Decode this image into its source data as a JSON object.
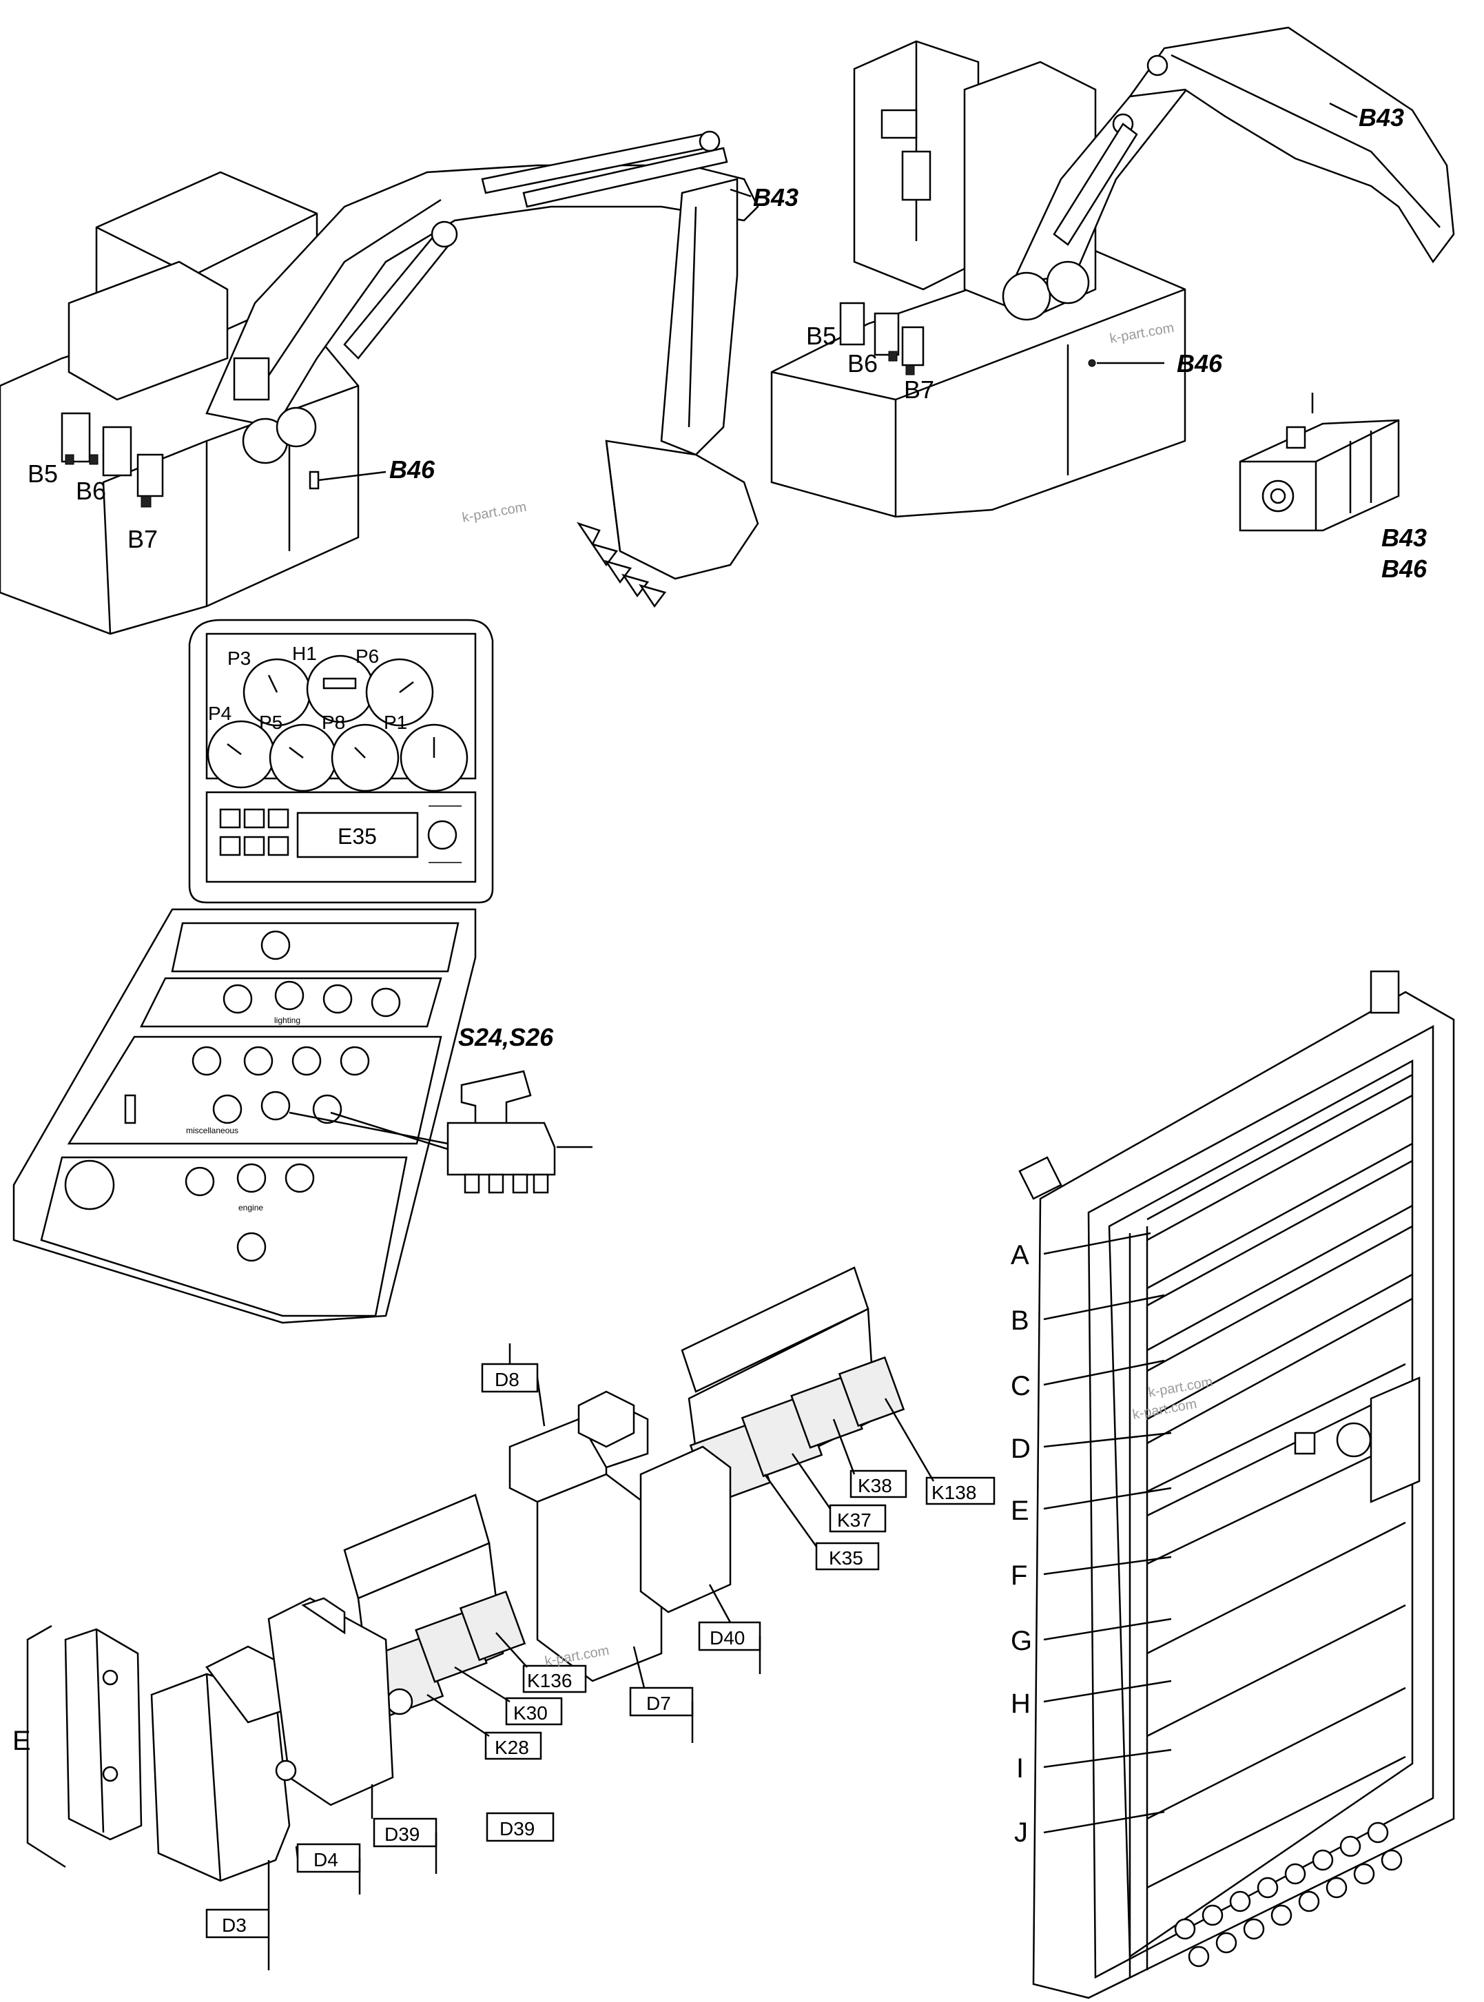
{
  "labels": {
    "excavator_left": {
      "b43": "B43",
      "b46": "B46",
      "b5": "B5",
      "b6": "B6",
      "b7": "B7"
    },
    "excavator_right": {
      "b43": "B43",
      "b46": "B46",
      "b5": "B5",
      "b6": "B6",
      "b7": "B7"
    },
    "sensor": {
      "line1": "B43",
      "line2": "B46"
    },
    "dashboard": {
      "p3": "P3",
      "h1": "H1",
      "p6": "P6",
      "p4": "P4",
      "p5": "P5",
      "p8": "P8",
      "p1": "P1",
      "e35": "E35",
      "lighting": "lighting",
      "miscellaneous": "miscellaneous",
      "engine": "engine"
    },
    "switch": "S24,S26",
    "cabinet_rows": [
      "A",
      "B",
      "C",
      "D",
      "E",
      "F",
      "G",
      "H",
      "I",
      "J"
    ],
    "relays": {
      "d8": "D8",
      "k38": "K38",
      "k138": "K138",
      "k37": "K37",
      "k35": "K35",
      "d40": "D40",
      "k136": "K136",
      "k30": "K30",
      "k28": "K28",
      "d7": "D7",
      "d39a": "D39",
      "d39b": "D39",
      "d4": "D4",
      "d3": "D3",
      "e": "E"
    },
    "watermarks": [
      "k-part.com",
      "k-part.com",
      "k-part.com",
      "k-part.com",
      "k-part.com"
    ]
  }
}
